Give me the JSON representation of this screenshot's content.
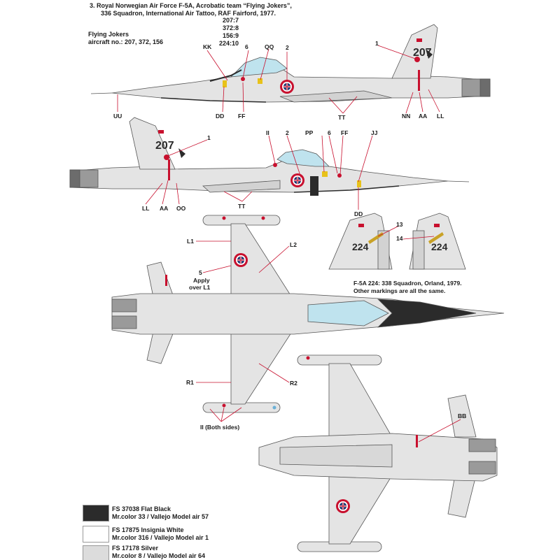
{
  "header": {
    "line1": "3. Royal Norwegian Air Force F-5A, Acrobatic team “Flying Jokers”,",
    "line2": "336 Squadron, International Air Tattoo, RAF Fairford, 1977."
  },
  "flying_jokers": {
    "title": "Flying Jokers",
    "aircraft_line": "aircraft no.: 207, 372, 156",
    "codes": [
      "207:7",
      "372:8",
      "156:9",
      "224:10"
    ]
  },
  "tail_numbers": {
    "top": "207",
    "side": "207",
    "inset_left": "224",
    "inset_right": "224"
  },
  "callouts": {
    "kk": "KK",
    "six_top": "6",
    "qq": "QQ",
    "two_top": "2",
    "one_top": "1",
    "uu": "UU",
    "dd_top": "DD",
    "ff_top": "FF",
    "tt_top": "TT",
    "nn": "NN",
    "aa_top": "AA",
    "ll_top": "LL",
    "ii": "II",
    "two_side": "2",
    "pp": "PP",
    "six_side": "6",
    "ff_side": "FF",
    "jj": "JJ",
    "one_side": "1",
    "ll_side": "LL",
    "aa_side": "AA",
    "oo": "OO",
    "tt_side": "TT",
    "dd_side": "DD",
    "l1": "L1",
    "l2": "L2",
    "five": "5",
    "apply_1": "Apply",
    "apply_2": "over L1",
    "r1": "R1",
    "r2": "R2",
    "ii_both": "II (Both sides)",
    "bb": "BB",
    "thirteen": "13",
    "fourteen": "14"
  },
  "inset_note": {
    "line1": "F-5A 224: 338 Squadron, Orland, 1979.",
    "line2": "Other markings are all the same."
  },
  "legend": [
    {
      "code": "FS 37038 Flat Black",
      "brand": "Mr.color 33 / Vallejo Model air 57",
      "color": "#2b2b2b"
    },
    {
      "code": "FS 17875 Insignia White",
      "brand": "Mr.color 316 / Vallejo Model air 1",
      "color": "#ffffff"
    },
    {
      "code": "FS 17178 Silver",
      "brand": "Mr.color 8 / Vallejo Model air 64",
      "color": "#dcdcdc"
    }
  ],
  "colors": {
    "silver": "#e4e4e4",
    "outline": "#555555",
    "black": "#2b2b2b",
    "roundel_red": "#c8102e",
    "roundel_blue": "#0b2d6b",
    "canopy": "#bfe3ee"
  }
}
